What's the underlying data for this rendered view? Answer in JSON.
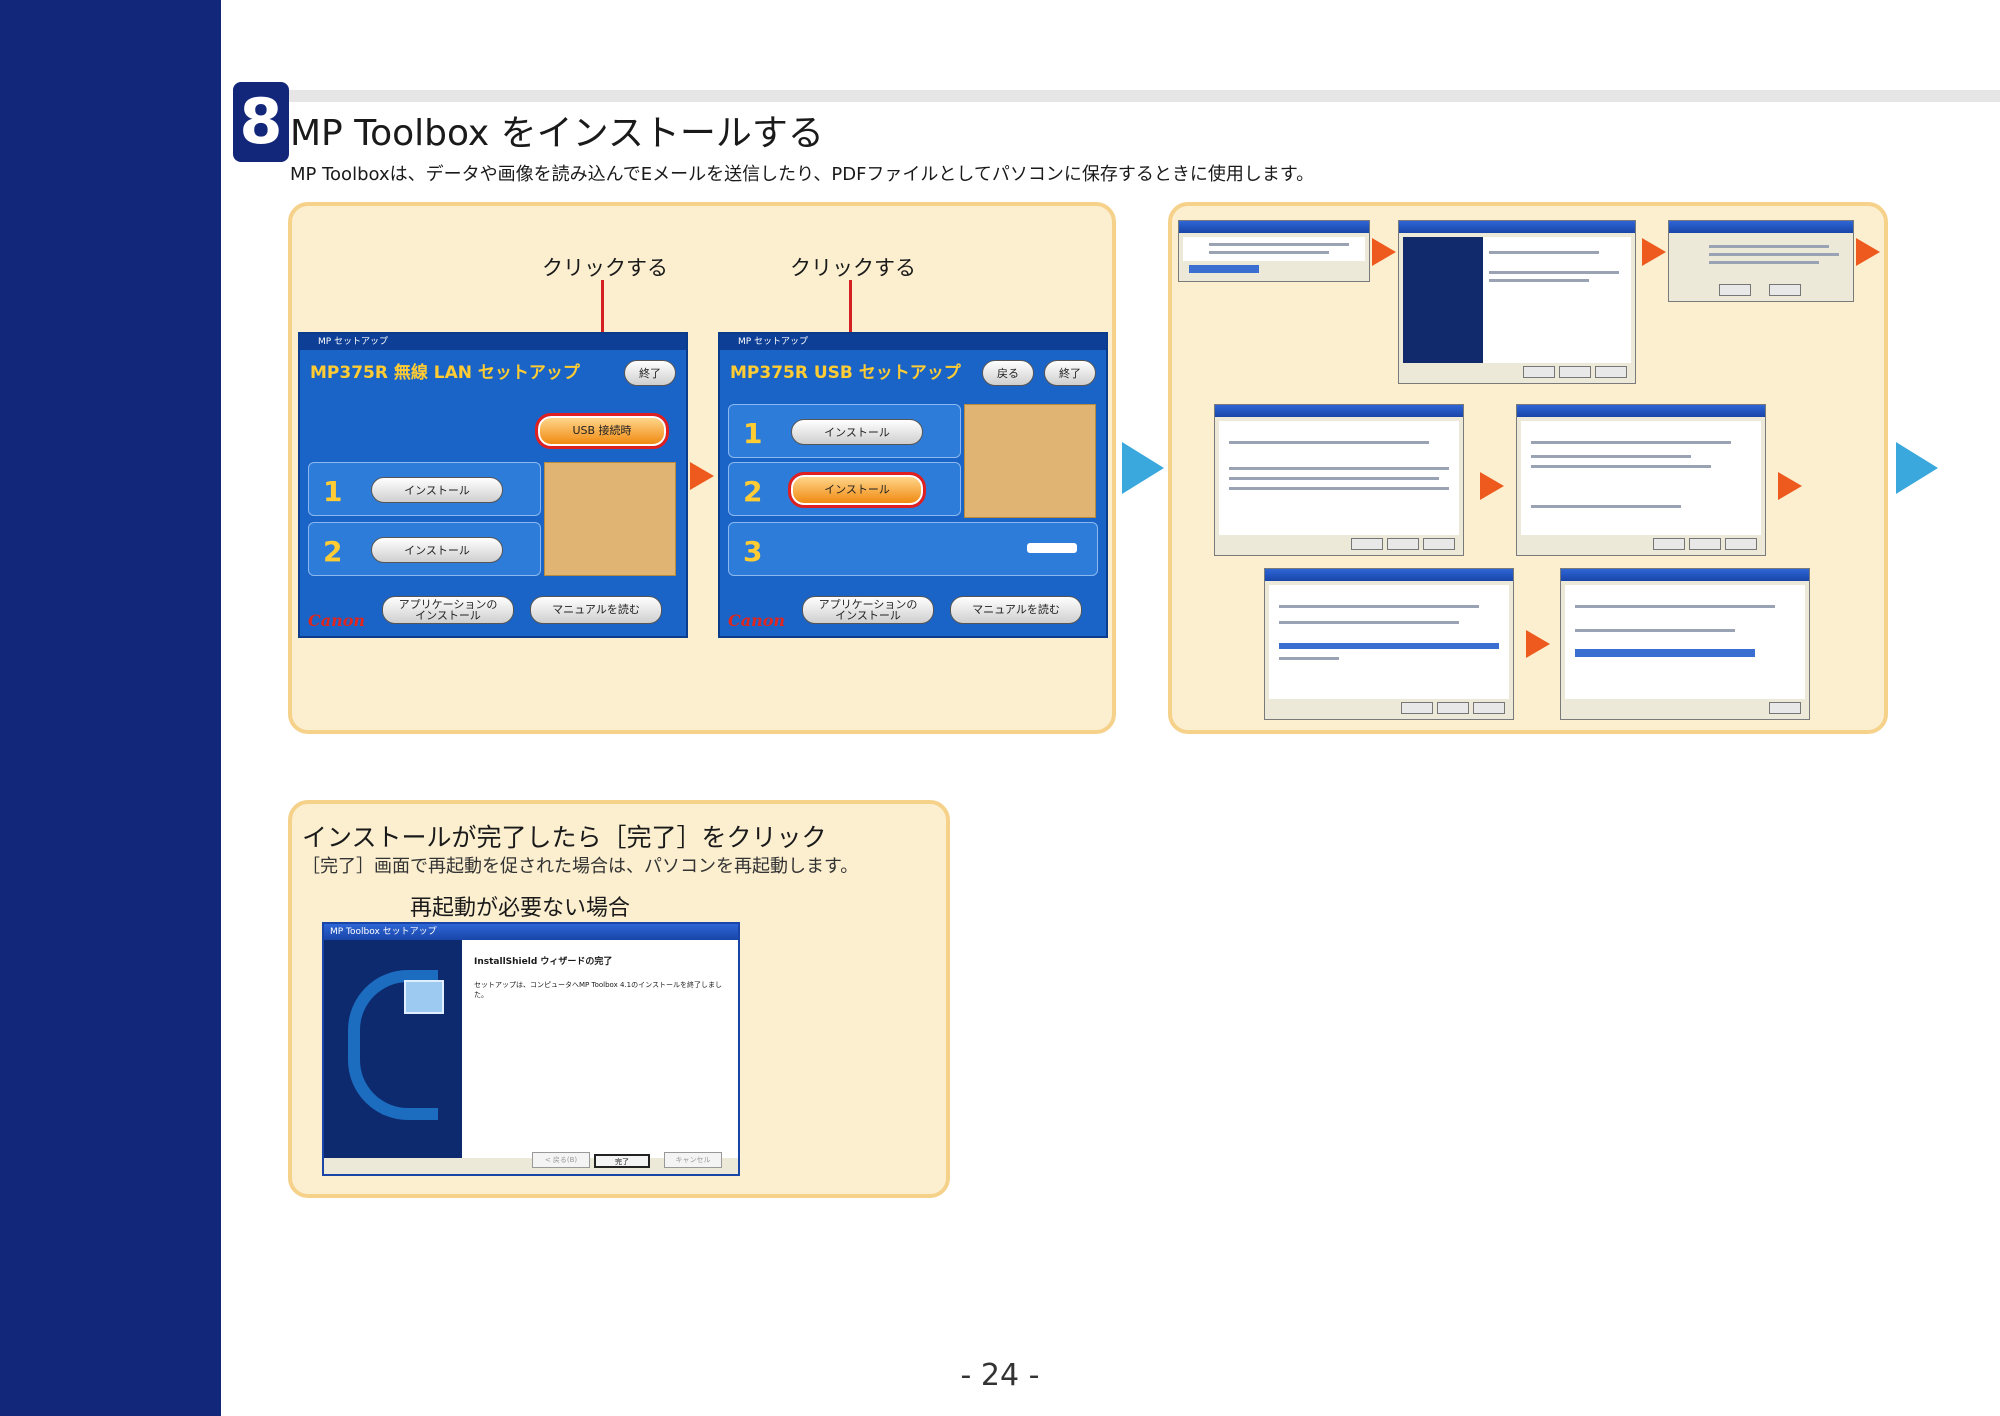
{
  "section": {
    "number": "8",
    "title": "MP Toolbox をインストールする",
    "subtitle": "MP Toolboxは、データや画像を読み込んでEメールを送信したり、PDFファイルとしてパソコンに保存するときに使用します。"
  },
  "panel1": {
    "caption_left": "クリックする",
    "caption_right": "クリックする",
    "window_left": {
      "title": "MP375R 無線 LAN セットアップ",
      "exit_button": "終了",
      "usb_button": "USB 接続時",
      "step1_number": "1",
      "step1_button": "インストール",
      "step2_number": "2",
      "step2_button": "インストール",
      "app_button": "アプリケーションの\nインストール",
      "manual_button": "マニュアルを読む",
      "brand": "Canon"
    },
    "window_right": {
      "title": "MP375R USB セットアップ",
      "back_button": "戻る",
      "exit_button": "終了",
      "step1_number": "1",
      "step1_button": "インストール",
      "step2_number": "2",
      "step2_button": "インストール",
      "step3_number": "3",
      "app_button": "アプリケーションの\nインストール",
      "manual_button": "マニュアルを読む",
      "brand": "Canon"
    }
  },
  "panel2": {
    "title": "インストールが完了したら［完了］をクリック",
    "subtitle": "［完了］画面で再起動を促された場合は、パソコンを再起動します。",
    "caption": "再起動が必要ない場合",
    "dialog": {
      "title": "MP Toolbox セットアップ",
      "heading": "InstallShield ウィザードの完了",
      "message": "セットアップは、コンピュータへMP Toolbox 4.1のインストールを終了しました。",
      "back_button": "< 戻る(B)",
      "finish_button": "完了",
      "cancel_button": "キャンセル"
    }
  },
  "page_number": "- 24 -"
}
